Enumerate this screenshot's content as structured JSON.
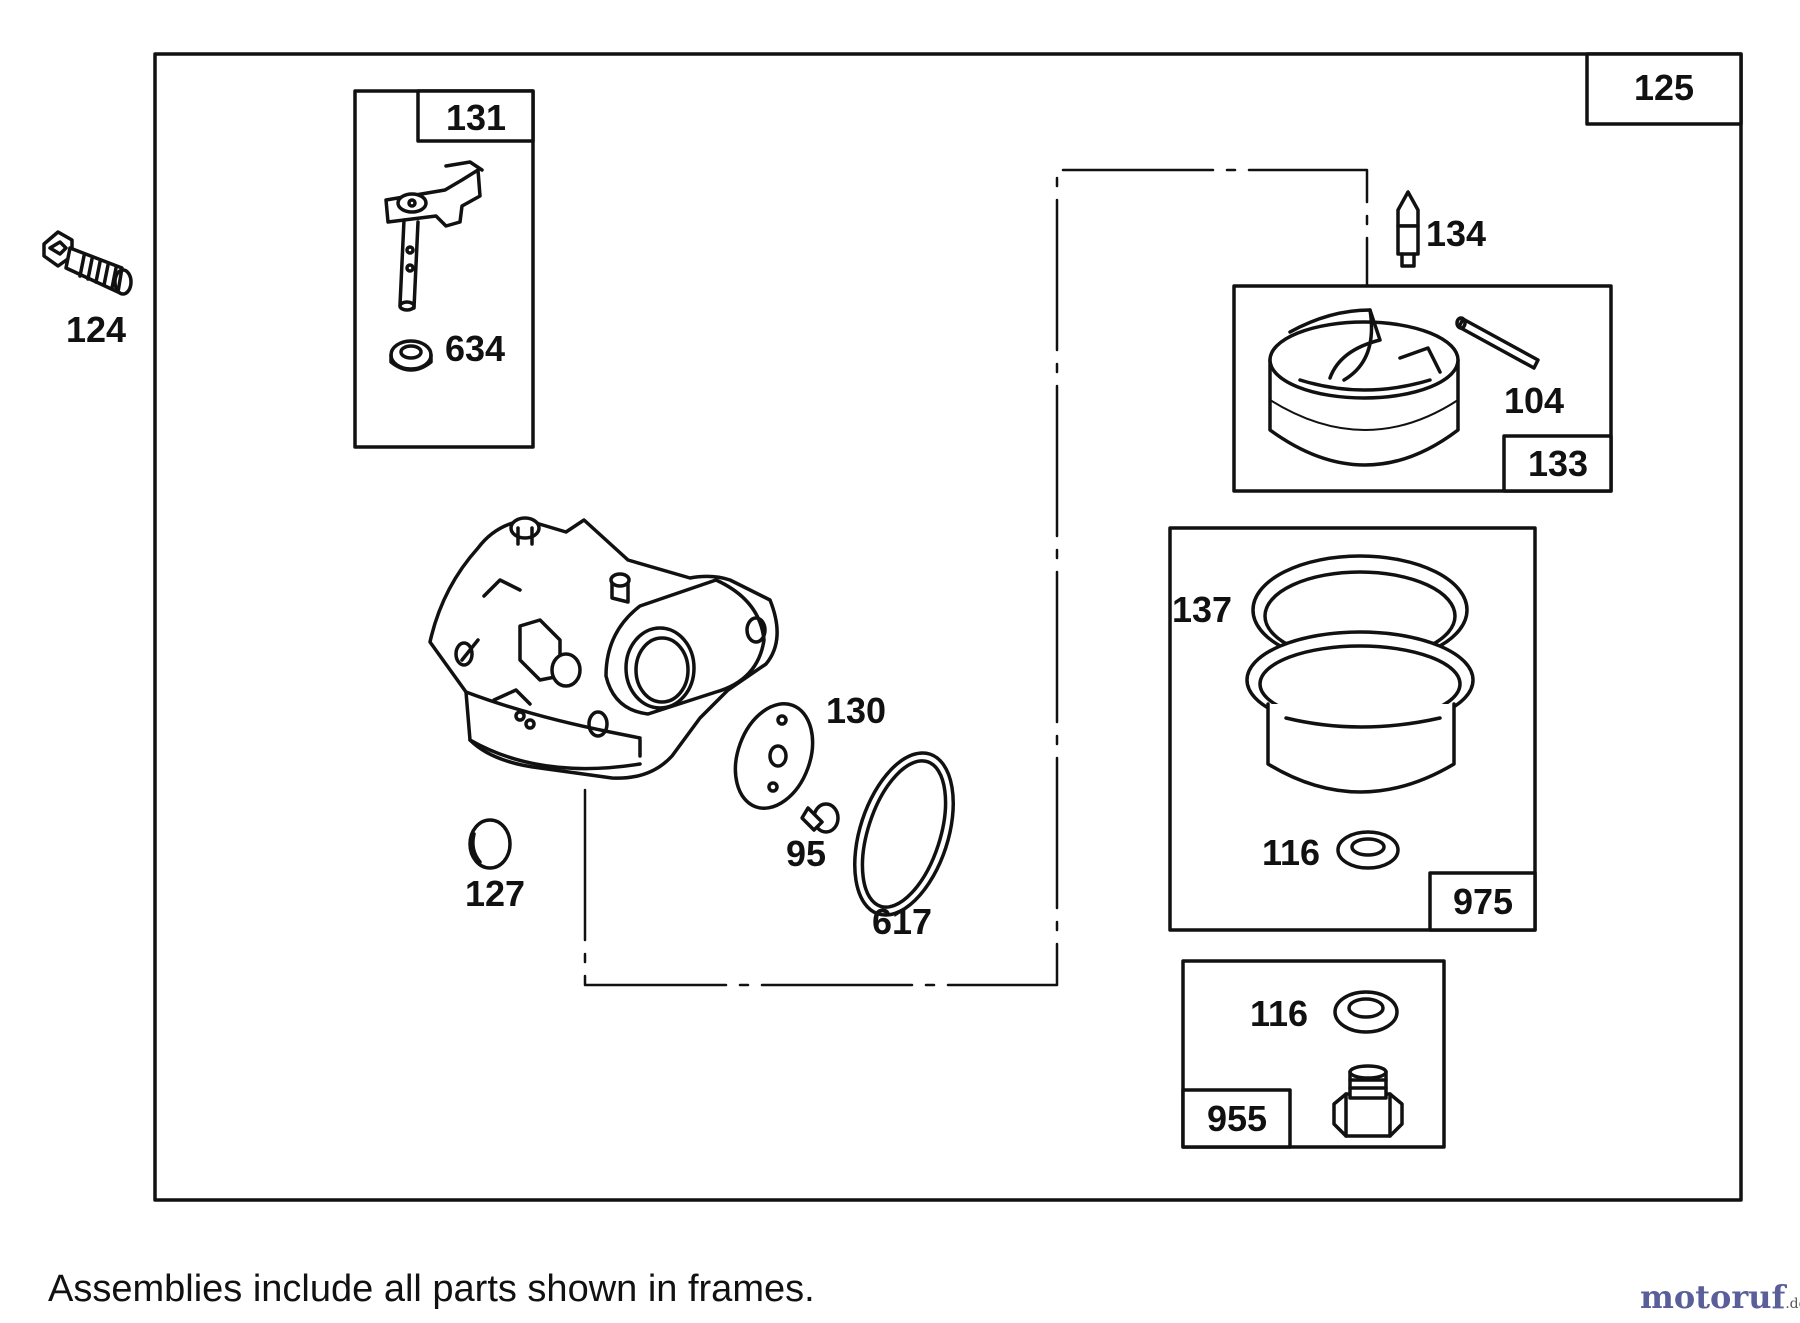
{
  "diagram": {
    "assembly_number": "125",
    "frames": [
      {
        "id": "131",
        "contains": [
          "634"
        ]
      },
      {
        "id": "133",
        "contains": [
          "104"
        ]
      },
      {
        "id": "975",
        "contains": [
          "137",
          "116"
        ]
      },
      {
        "id": "955",
        "contains": [
          "116"
        ]
      }
    ],
    "parts": {
      "p124": "124",
      "p131": "131",
      "p634": "634",
      "p134": "134",
      "p104": "104",
      "p133": "133",
      "p137": "137",
      "p116a": "116",
      "p975": "975",
      "p116b": "116",
      "p955": "955",
      "p130": "130",
      "p95": "95",
      "p617": "617",
      "p127": "127"
    },
    "note": "Assemblies include all parts shown in frames.",
    "watermark": {
      "main": "motoruf",
      "tld": ".de"
    }
  }
}
